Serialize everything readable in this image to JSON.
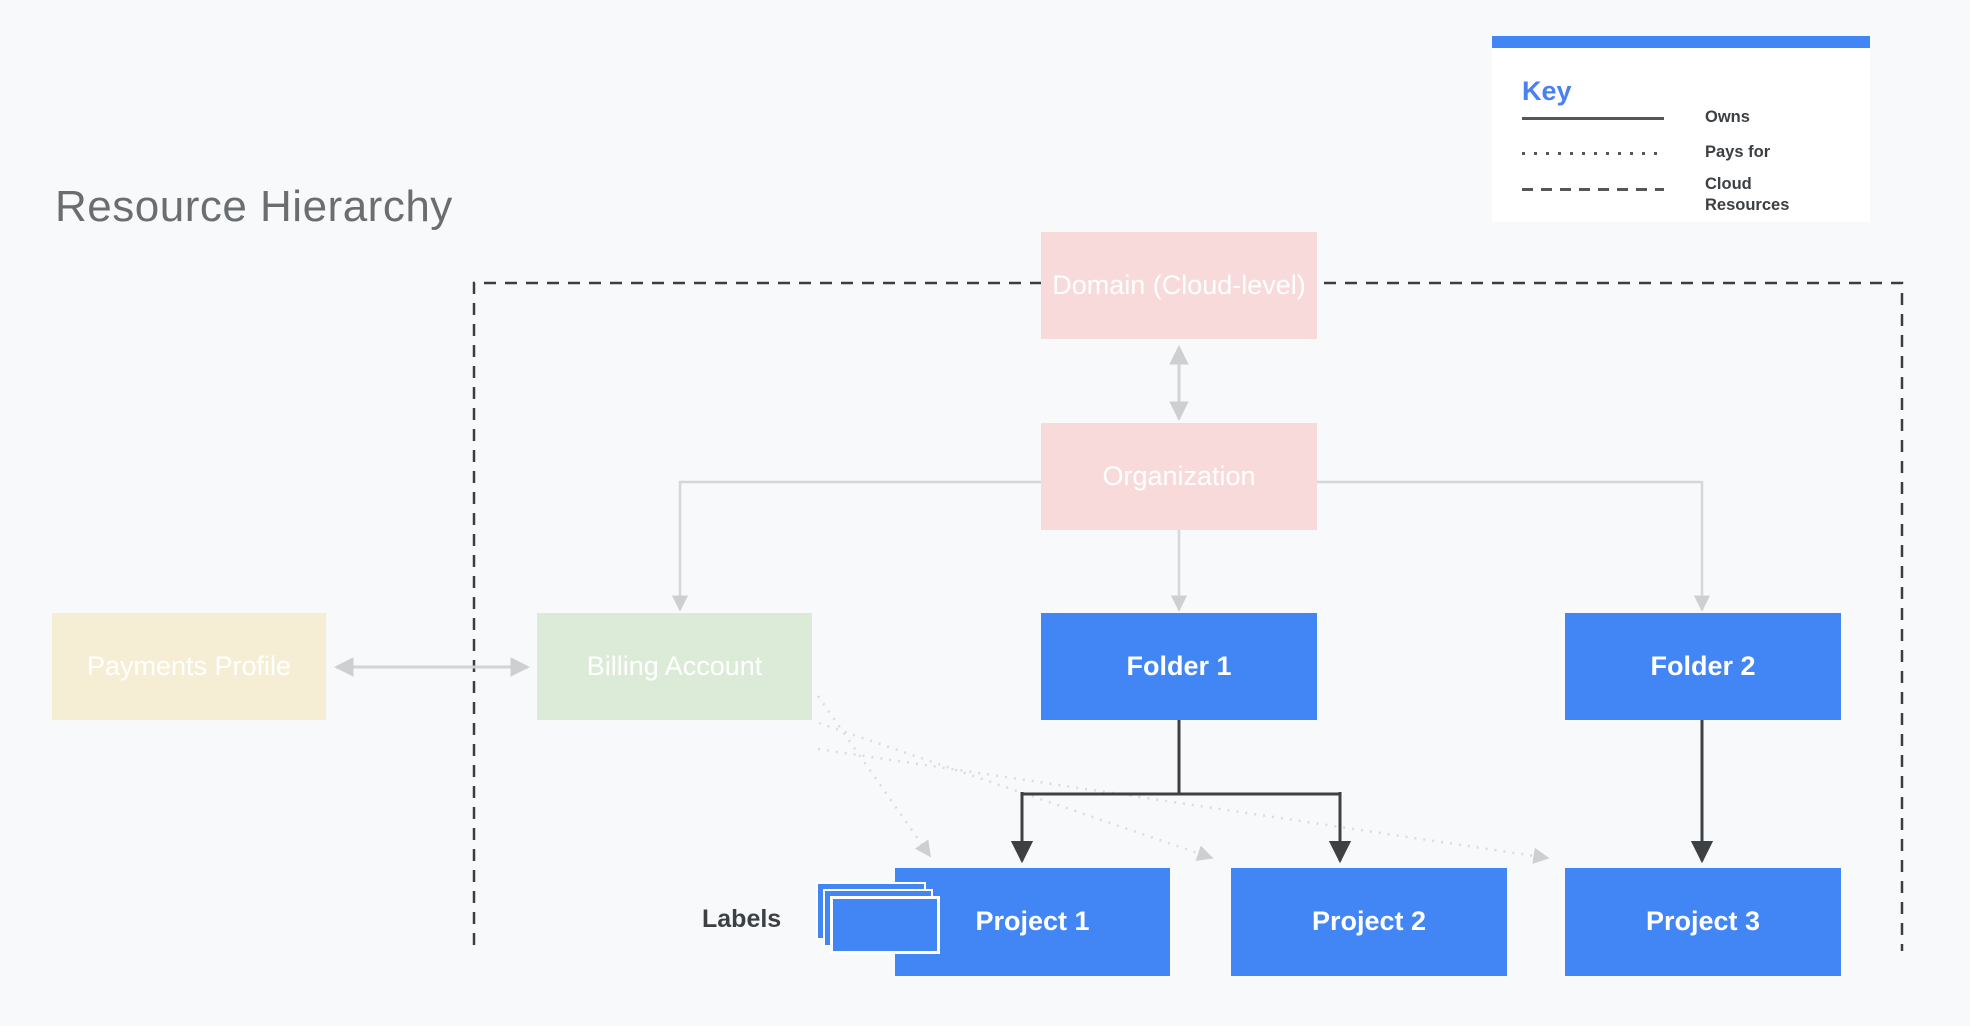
{
  "title": "Resource Hierarchy",
  "key": {
    "heading": "Key",
    "entries": [
      {
        "style": "solid",
        "label": "Owns"
      },
      {
        "style": "dotted",
        "label": "Pays for"
      },
      {
        "style": "dashed",
        "label": "Cloud Resources"
      }
    ]
  },
  "nodes": {
    "domain": {
      "label": "Domain (Cloud-level)",
      "color": "#f9dada"
    },
    "organization": {
      "label": "Organization",
      "color": "#f9dada"
    },
    "payments": {
      "label": "Payments Profile",
      "color": "#f6eed4"
    },
    "billing": {
      "label": "Billing Account",
      "color": "#dcebd7"
    },
    "folder1": {
      "label": "Folder 1",
      "color": "#4285f4"
    },
    "folder2": {
      "label": "Folder 2",
      "color": "#4285f4"
    },
    "project1": {
      "label": "Project 1",
      "color": "#4285f4"
    },
    "project2": {
      "label": "Project 2",
      "color": "#4285f4"
    },
    "project3": {
      "label": "Project 3",
      "color": "#4285f4"
    }
  },
  "labels_caption": "Labels",
  "colors": {
    "background": "#f7f9fa",
    "accent_blue": "#4285f4",
    "title_gray": "#6b6e71",
    "dark_line": "#3e4144",
    "light_line": "#d2d4d6",
    "dotted_line": "#dbdcde",
    "boundary_dash": "#3b3d3f"
  }
}
